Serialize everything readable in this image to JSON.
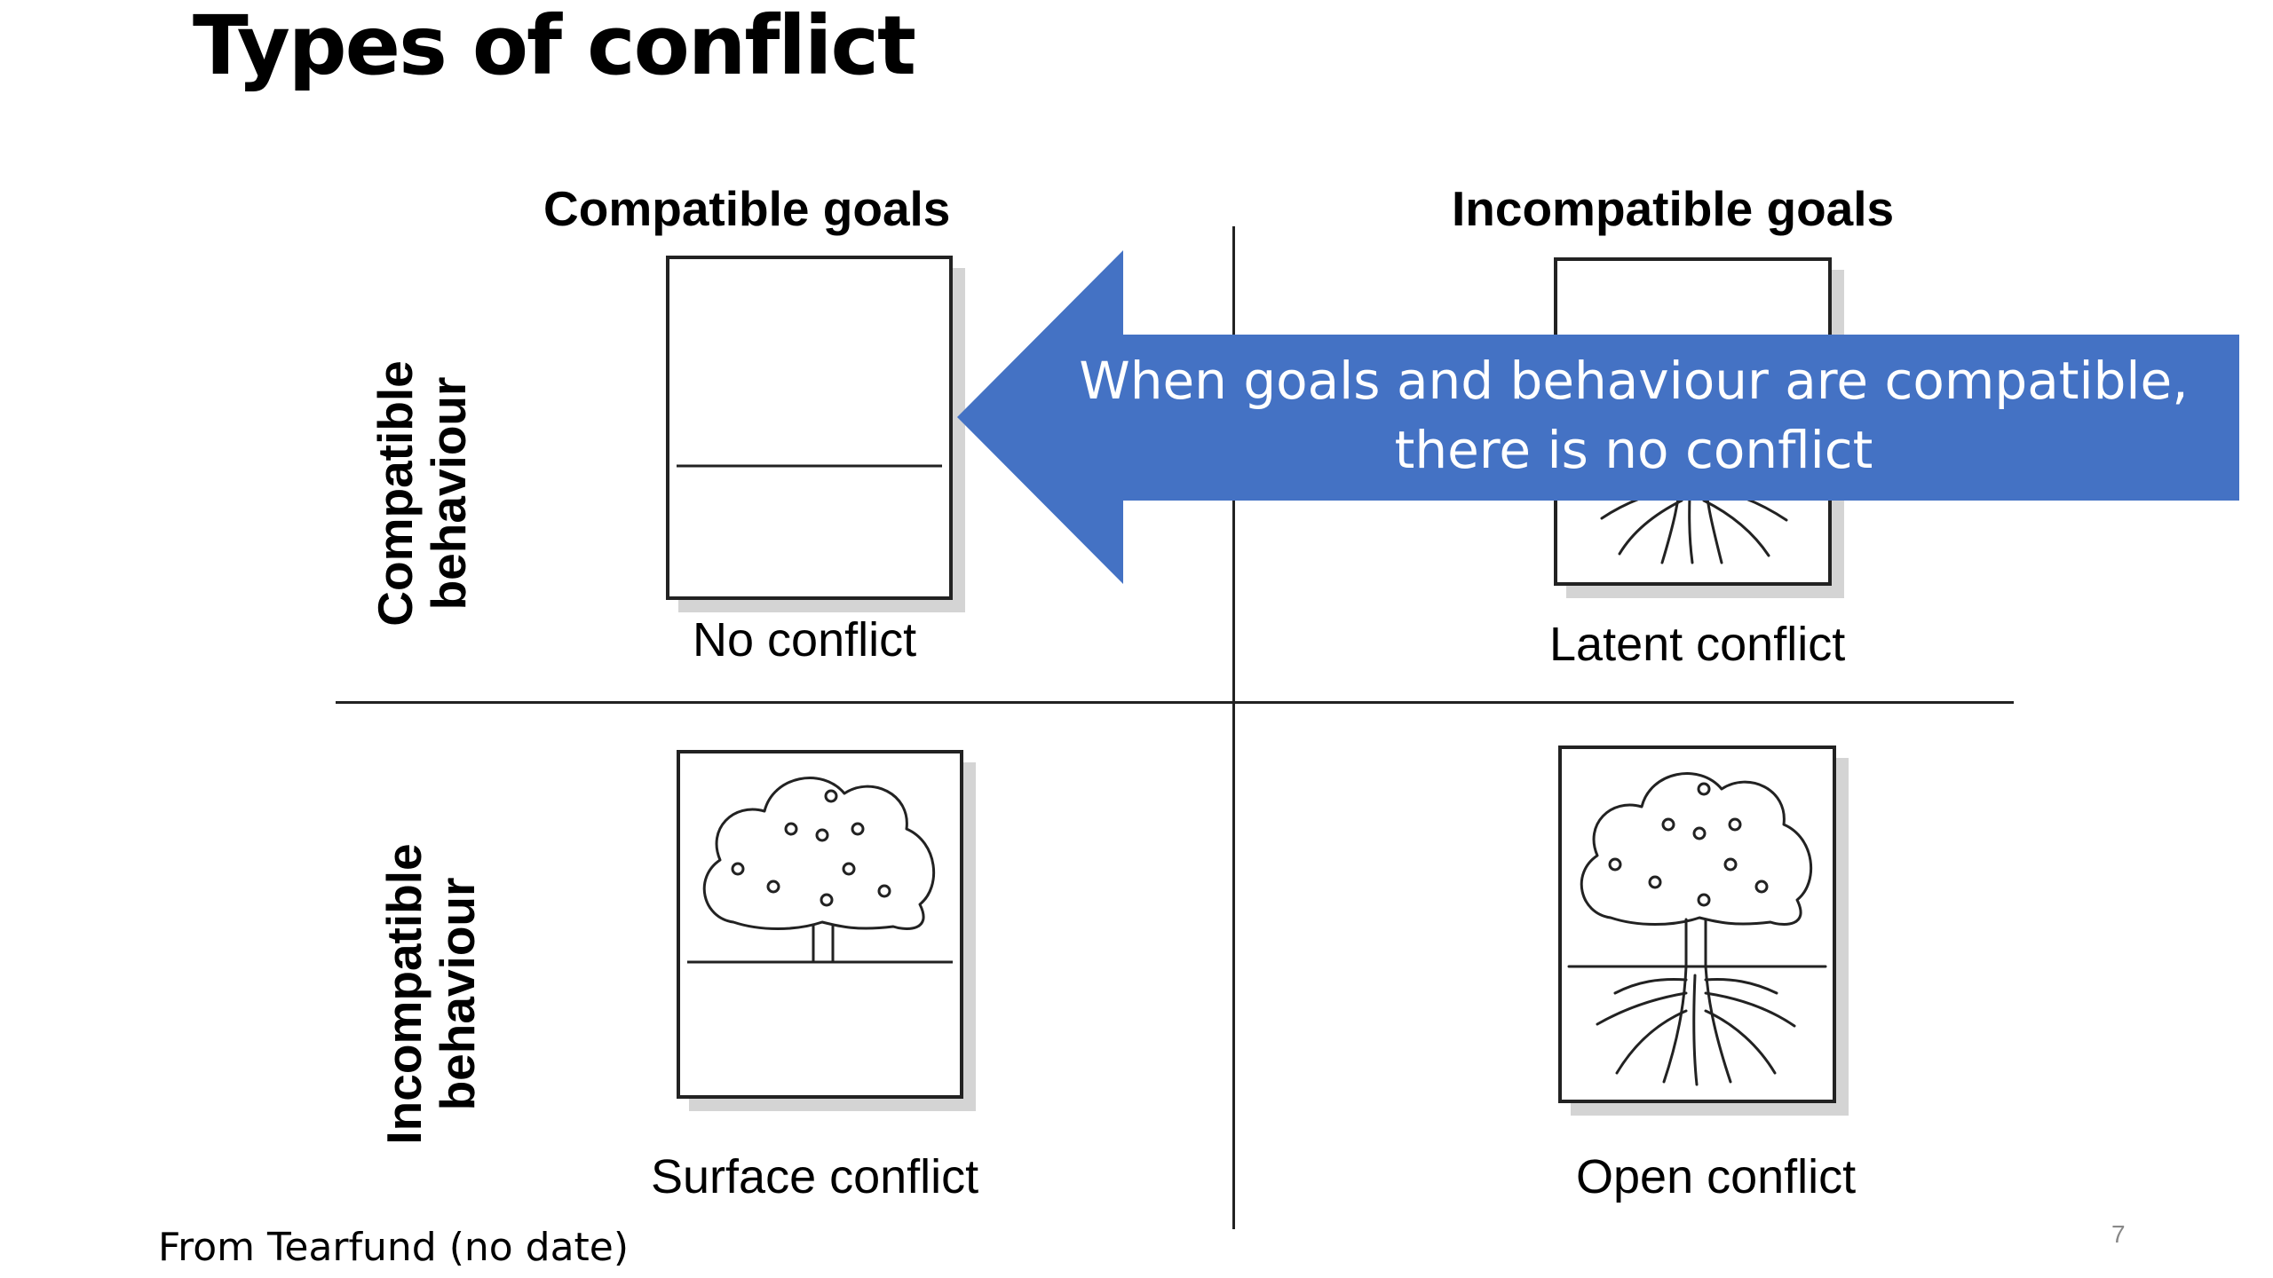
{
  "slide": {
    "title": "Types of conflict",
    "source": "From Tearfund (no date)",
    "page_number": "7"
  },
  "matrix": {
    "col_headers": [
      "Compatible goals",
      "Incompatible goals"
    ],
    "row_headers": [
      {
        "line1": "Compatible",
        "line2": "behaviour"
      },
      {
        "line1": "Incompatible",
        "line2": "behaviour"
      }
    ],
    "cells": [
      {
        "caption": "No conflict",
        "icon": "empty-ground-icon"
      },
      {
        "caption": "Latent conflict",
        "icon": "roots-icon"
      },
      {
        "caption": "Surface conflict",
        "icon": "tree-icon"
      },
      {
        "caption": "Open conflict",
        "icon": "tree-with-roots-icon"
      }
    ]
  },
  "callout": {
    "text": "When goals and behaviour are compatible, there is no conflict",
    "color": "#4472c4"
  }
}
